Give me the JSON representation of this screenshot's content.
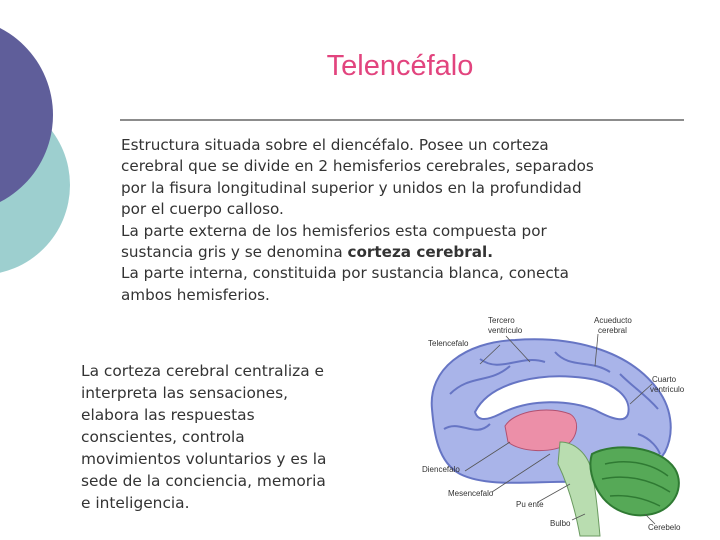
{
  "slide": {
    "title": "Telencéfalo",
    "paragraph_lines": [
      "Estructura situada sobre el diencéfalo. Posee un corteza",
      "cerebral que se divide en 2 hemisferios cerebrales, separados",
      "por la fisura longitudinal superior y unidos en la profundidad",
      "por el cuerpo calloso.",
      "La parte externa de los hemisferios esta compuesta por"
    ],
    "line6_prefix": "sustancia gris y se denomina ",
    "line6_bold": "corteza cerebral.",
    "paragraph_lines_end": [
      "La parte interna, constituida por sustancia blanca, conecta",
      "ambos hemisferios."
    ],
    "side_lines": [
      "La corteza cerebral centraliza e",
      "interpreta las sensaciones,",
      "elabora las respuestas",
      "conscientes, controla",
      "movimientos voluntarios y es la",
      "sede de la conciencia, memoria",
      "e inteligencia."
    ]
  },
  "figure": {
    "labels": {
      "telencefalo": "Telencefalo",
      "tercer_ventriculo_1": "Tercero",
      "tercer_ventriculo_2": "ventriculo",
      "acueducto_1": "Acueducto",
      "acueducto_2": "cerebral",
      "cuarto_1": "Cuarto",
      "cuarto_2": "ventriculo",
      "diencefalo": "Diencefalo",
      "mesencefalo": "Mesencefalo",
      "puente": "Pu ente",
      "bulbo": "Bulbo",
      "cerebelo": "Cerebelo"
    }
  },
  "colors": {
    "title": "#e2447e",
    "deco_purple": "#5f5e9a",
    "deco_teal": "#9dcfcf",
    "cortex": "#a9b4e9",
    "cortex_dark": "#6675c4",
    "diencephalon": "#ec8fa8",
    "cerebellum": "#56a957",
    "brainstem": "#b9ddb0"
  }
}
